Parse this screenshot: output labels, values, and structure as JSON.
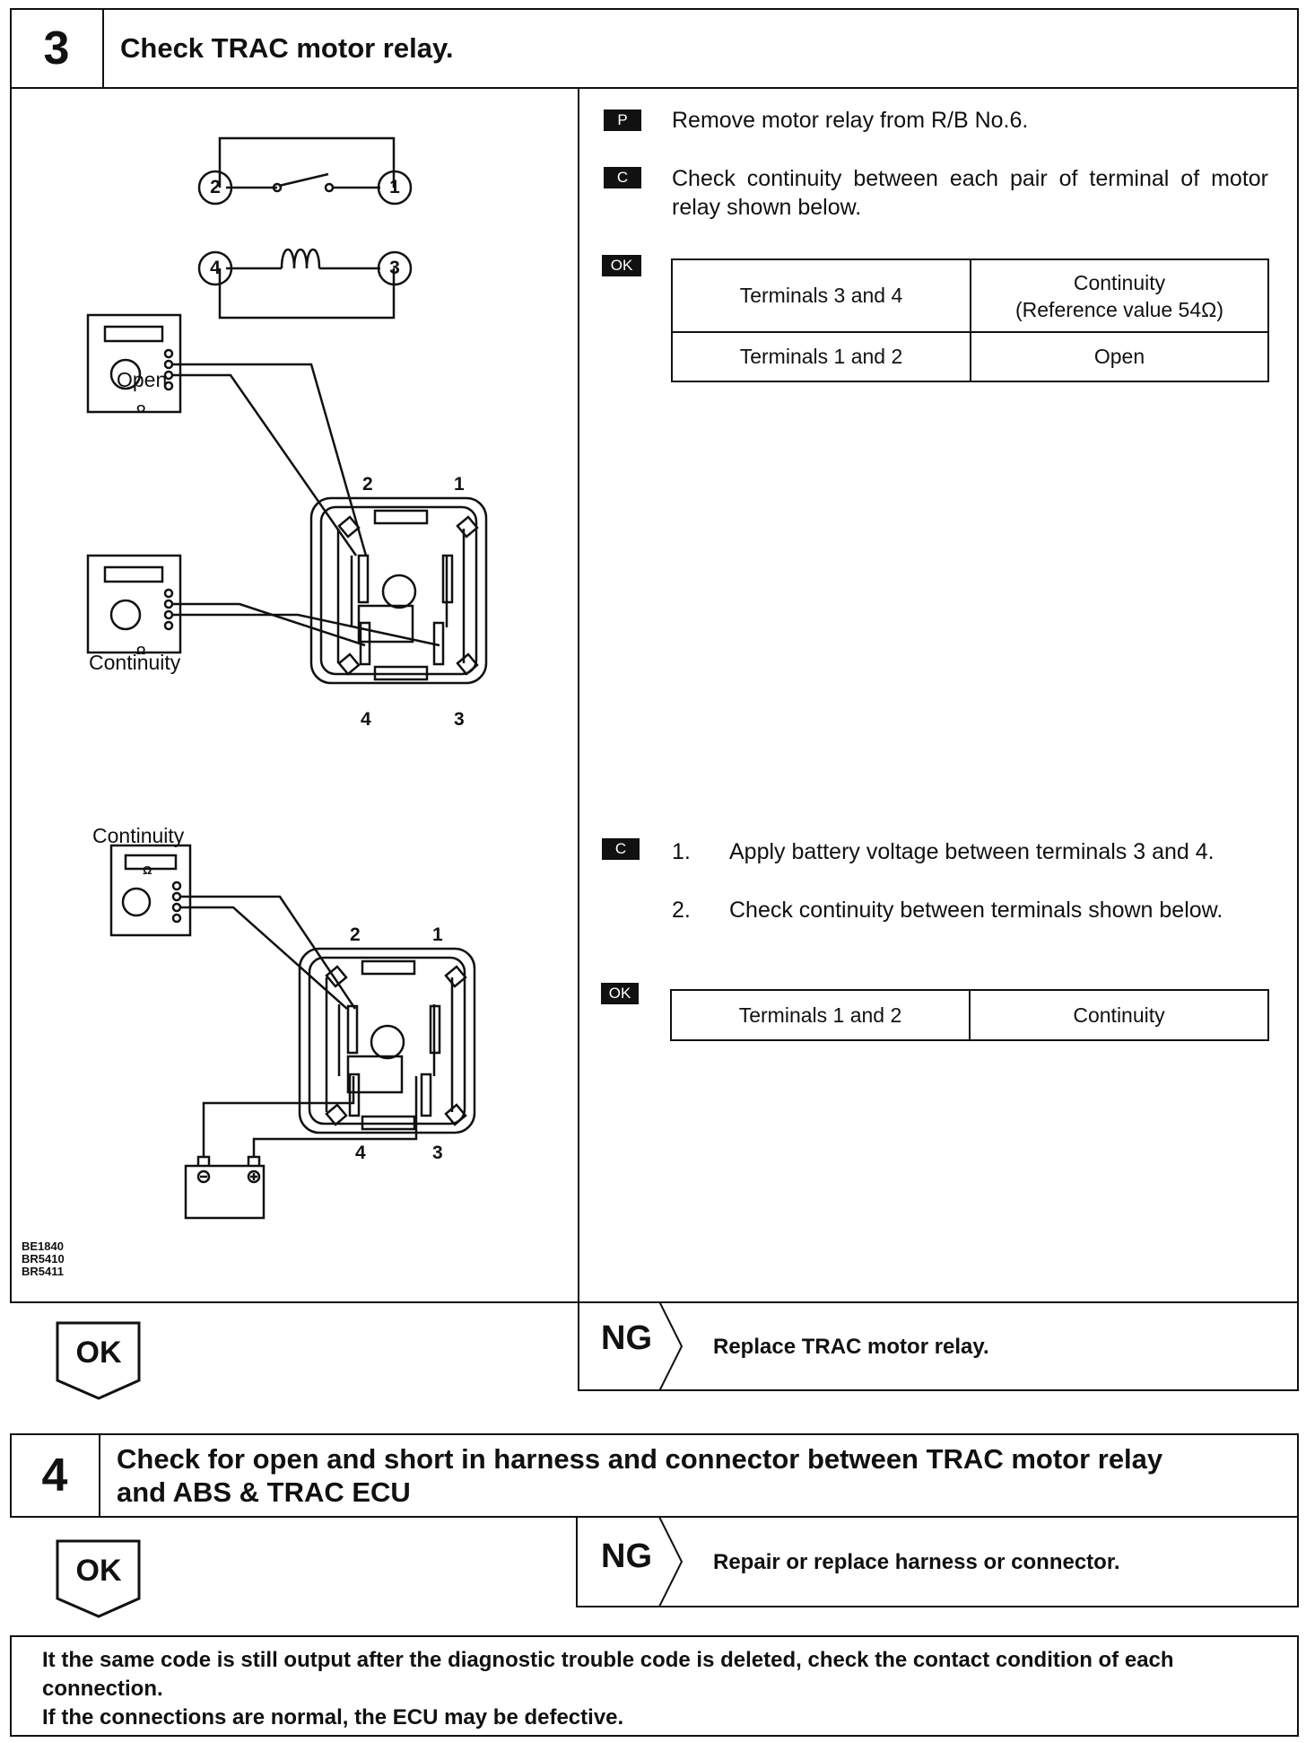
{
  "step3": {
    "number": "3",
    "title": "Check TRAC motor relay.",
    "figure": {
      "open_label": "Open",
      "continuity_label_1": "Continuity",
      "continuity_label_2": "Continuity",
      "ohm": "Ω",
      "schematic_pins": [
        "2",
        "1",
        "4",
        "3"
      ],
      "relay_pins": [
        "2",
        "1",
        "4",
        "3"
      ],
      "codes": [
        "BE1840",
        "BR5410",
        "BR5411"
      ]
    },
    "instructions": {
      "p_tag": "P",
      "p_text": "Remove motor relay from R/B No.6.",
      "c_tag": "C",
      "c_text": "Check continuity between each pair of terminal of motor relay shown below.",
      "ok_tag": "OK",
      "table1": [
        {
          "terminals": "Terminals 3 and 4",
          "result": "Continuity",
          "result_sub": "(Reference value 54Ω)"
        },
        {
          "terminals": "Terminals 1 and 2",
          "result": "Open"
        }
      ],
      "c2_tag": "C",
      "steps": [
        {
          "n": "1.",
          "text": "Apply battery voltage between terminals 3 and 4."
        },
        {
          "n": "2.",
          "text": "Check continuity between terminals shown below."
        }
      ],
      "ok2_tag": "OK",
      "table2": [
        {
          "terminals": "Terminals 1 and 2",
          "result": "Continuity"
        }
      ]
    },
    "ok_label": "OK",
    "ng_label": "NG",
    "ng_text": "Replace TRAC motor relay."
  },
  "step4": {
    "number": "4",
    "title": "Check for open and short in harness and connector between TRAC motor relay and ABS & TRAC ECU",
    "ok_label": "OK",
    "ng_label": "NG",
    "ng_text": "Repair or replace harness or connector."
  },
  "note": {
    "line1": "It the same code is still output after the diagnostic trouble code is deleted, check the contact condition of each connection.",
    "line2": "If the connections are normal, the ECU may be defective."
  }
}
